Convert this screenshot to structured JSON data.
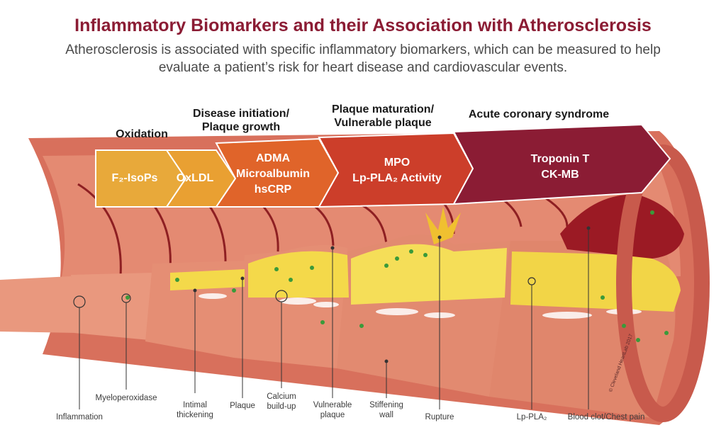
{
  "title": "Inflammatory Biomarkers and their Association with Atherosclerosis",
  "subtitle": "Atherosclerosis is associated with specific inflammatory biomarkers, which can be measured to help evaluate a patient’s risk for heart disease and cardiovascular events.",
  "stages": [
    {
      "heading": "Oxidation",
      "markers": [
        "F₂-IsoPs"
      ],
      "color": "#e8a93a"
    },
    {
      "heading": "",
      "markers": [
        "OxLDL"
      ],
      "color": "#e9a032"
    },
    {
      "heading": "Disease initiation/ Plaque growth",
      "markers": [
        "ADMA",
        "Microalbumin",
        "hsCRP"
      ],
      "color": "#e0642a"
    },
    {
      "heading": "Plaque maturation/ Vulnerable plaque",
      "markers": [
        "MPO",
        "Lp-PLA₂ Activity"
      ],
      "color": "#cc3e2a"
    },
    {
      "heading": "Acute coronary syndrome",
      "markers": [
        "Troponin T",
        "CK-MB"
      ],
      "color": "#8b1c34"
    }
  ],
  "labels": {
    "inflammation": "Inflammation",
    "myeloperoxidase": "Myeloperoxidase",
    "intimal": "Intimal thickening",
    "plaque": "Plaque",
    "calcium": "Calcium build-up",
    "vulnerable": "Vulnerable plaque",
    "stiffening": "Stiffening wall",
    "rupture": "Rupture",
    "lppla2": "Lp-PLA₂",
    "clot": "Blood clot/Chest pain"
  },
  "copyright": "© Cleveland HeartLab 2017"
}
